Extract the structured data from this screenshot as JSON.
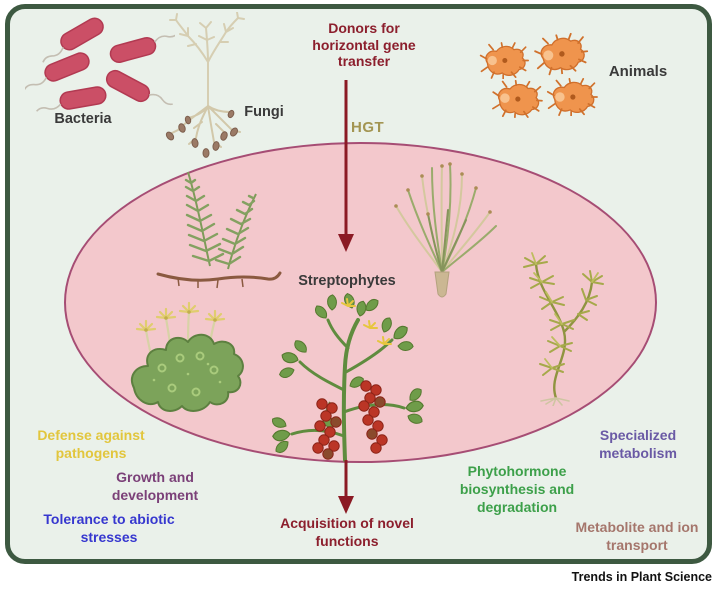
{
  "journal": {
    "name": "Trends in Plant Science"
  },
  "donors": {
    "heading": "Donors for horizontal gene transfer",
    "hgt_label": "HGT",
    "bacteria_label": "Bacteria",
    "fungi_label": "Fungi",
    "animals_label": "Animals"
  },
  "recipients": {
    "group_label": "Streptophytes",
    "organism_icons": [
      "fern-icon",
      "horsetail-icon",
      "liverwort-icon",
      "tomato-plant-icon",
      "chara-algae-icon"
    ]
  },
  "outcomes": {
    "acquisition_label": "Acquisition of novel functions",
    "functions": [
      {
        "label": "Defense against pathogens",
        "color": "#e2c63d"
      },
      {
        "label": "Growth and development",
        "color": "#7b4078"
      },
      {
        "label": "Tolerance to abiotic stresses",
        "color": "#3637cf"
      },
      {
        "label": "Phytohormone biosynthesis and degradation",
        "color": "#3da04a"
      },
      {
        "label": "Specialized metabolism",
        "color": "#6a5aa5"
      },
      {
        "label": "Metabolite and ion transport",
        "color": "#a5766c"
      }
    ]
  },
  "colors": {
    "frame_border": "#3d5941",
    "panel_background": "#eaf1ea",
    "ellipse_fill": "#f3c8cc",
    "ellipse_border": "#a64d74",
    "heading_dark_red": "#8c1f2d",
    "hgt_olive": "#a39552",
    "arrow_red": "#8b1a24",
    "organism_label_dark": "#3a3a3a",
    "bacteria_pink": "#cb4f66",
    "tardigrade_orange": "#ef944d"
  }
}
